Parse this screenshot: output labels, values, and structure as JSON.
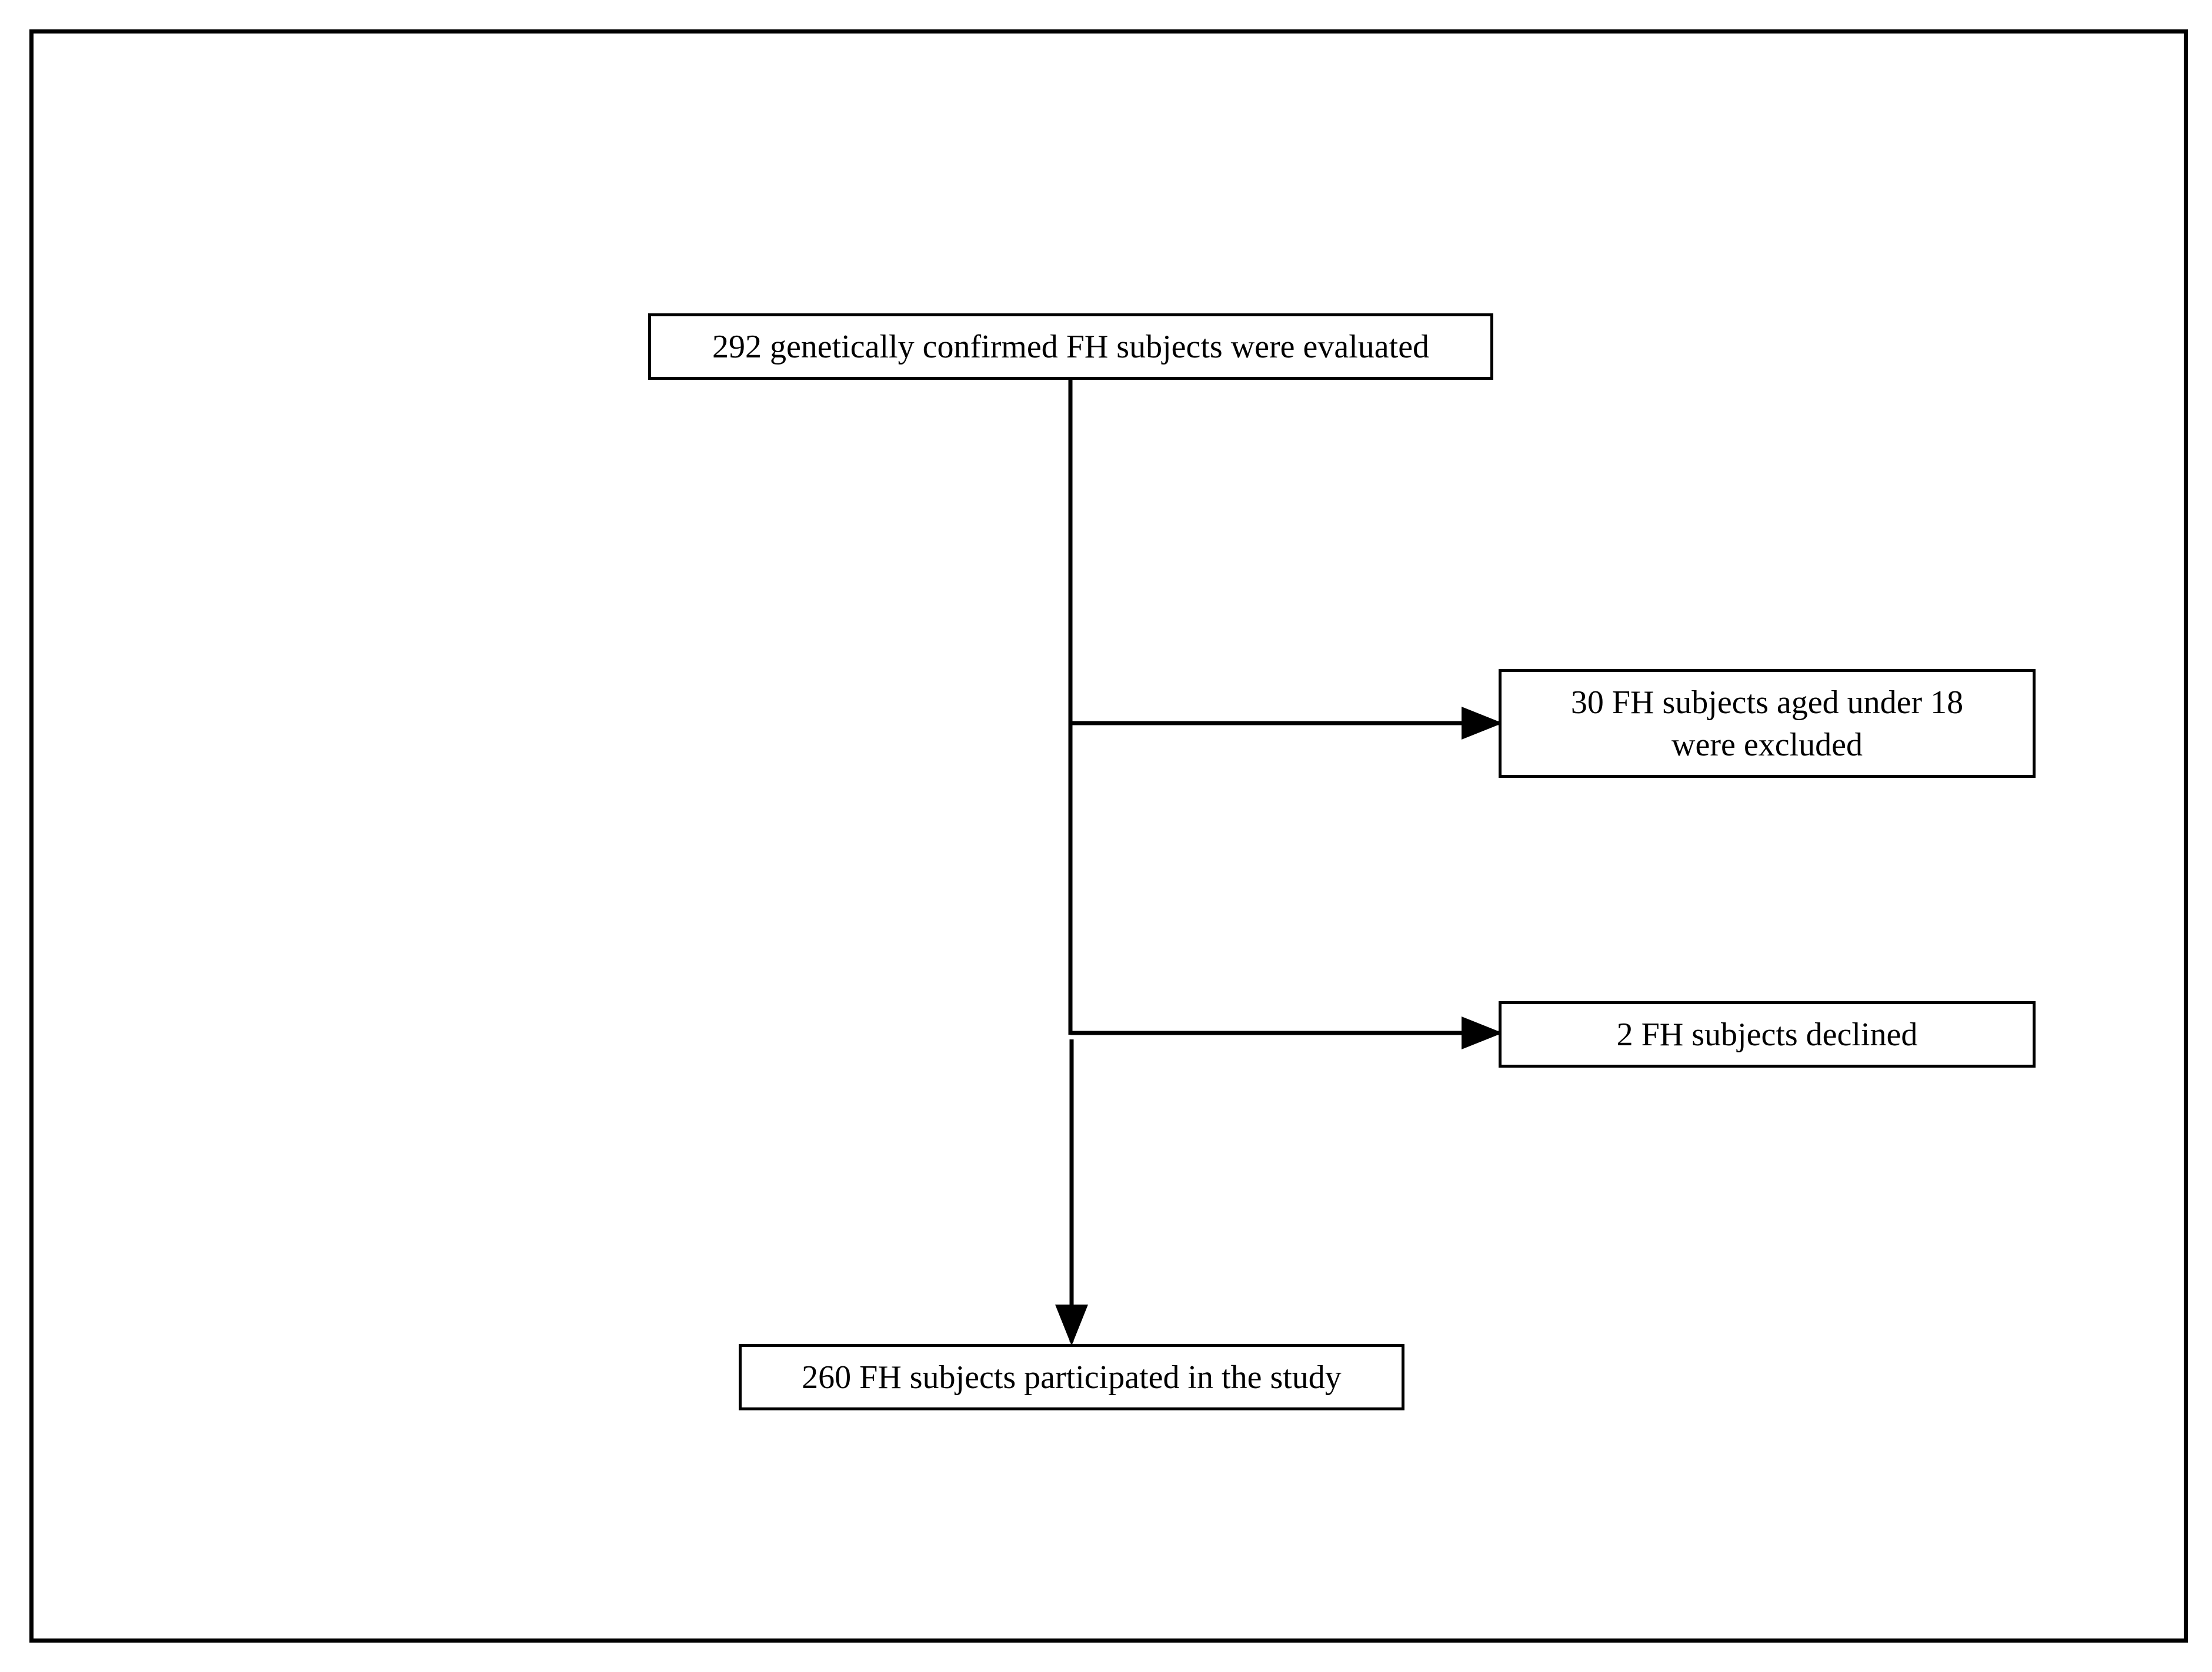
{
  "flowchart": {
    "start": {
      "text": "292 genetically confirmed FH subjects were evaluated"
    },
    "exclusion_1": {
      "line1": "30 FH subjects aged under 18",
      "line2": "were excluded"
    },
    "exclusion_2": {
      "text": "2 FH subjects declined"
    },
    "final": {
      "text": "260 FH subjects participated in the study"
    }
  }
}
